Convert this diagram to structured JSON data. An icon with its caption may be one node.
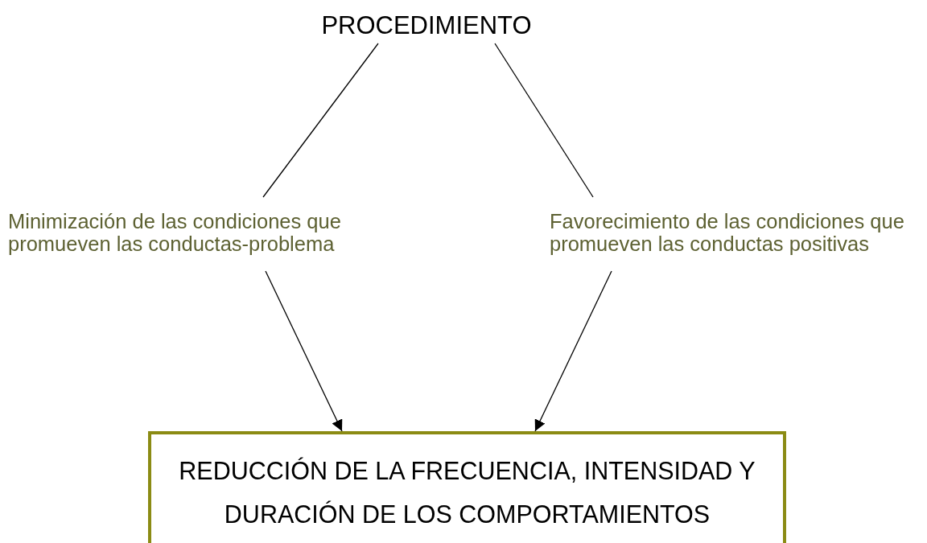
{
  "diagram": {
    "nodes": [
      {
        "text": [
          "PROCEDIMIENTO"
        ]
      },
      {
        "text": [
          "Minimización de las condiciones que promueven las conductas-problema"
        ]
      },
      {
        "text": [
          "Favorecimiento de las condiciones que promueven las conductas positivas"
        ]
      },
      {
        "text": [
          "REDUCCIÓN DE LA FRECUENCIA, INTENSIDAD Y DURACIÓN DE LOS COMPORTAMIENTOS"
        ]
      }
    ],
    "edges": [
      {
        "from": 0,
        "to": 1,
        "arrow": "none"
      },
      {
        "from": 0,
        "to": 2,
        "arrow": "none"
      },
      {
        "from": 1,
        "to": 3,
        "arrow": "to"
      },
      {
        "from": 2,
        "to": 3,
        "arrow": "to"
      }
    ]
  }
}
